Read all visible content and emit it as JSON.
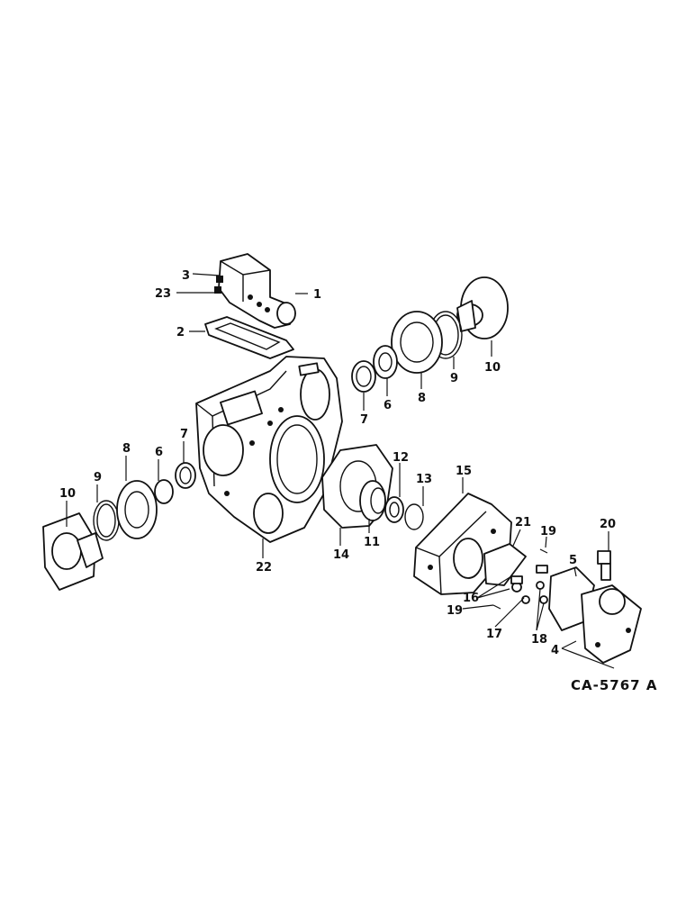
{
  "diagram": {
    "reference_code": "CA-5767 A",
    "callouts": [
      {
        "id": "c1",
        "text": "1"
      },
      {
        "id": "c2",
        "text": "2"
      },
      {
        "id": "c3",
        "text": "3"
      },
      {
        "id": "c23",
        "text": "23"
      },
      {
        "id": "c10a",
        "text": "10"
      },
      {
        "id": "c9a",
        "text": "9"
      },
      {
        "id": "c8a",
        "text": "8"
      },
      {
        "id": "c6a",
        "text": "6"
      },
      {
        "id": "c7a",
        "text": "7"
      },
      {
        "id": "c10b",
        "text": "10"
      },
      {
        "id": "c9b",
        "text": "9"
      },
      {
        "id": "c8b",
        "text": "8"
      },
      {
        "id": "c6b",
        "text": "6"
      },
      {
        "id": "c7b",
        "text": "7"
      },
      {
        "id": "c22",
        "text": "22"
      },
      {
        "id": "c14",
        "text": "14"
      },
      {
        "id": "c11",
        "text": "11"
      },
      {
        "id": "c12",
        "text": "12"
      },
      {
        "id": "c13",
        "text": "13"
      },
      {
        "id": "c15",
        "text": "15"
      },
      {
        "id": "c21",
        "text": "21"
      },
      {
        "id": "c19a",
        "text": "19"
      },
      {
        "id": "c20",
        "text": "20"
      },
      {
        "id": "c5",
        "text": "5"
      },
      {
        "id": "c4",
        "text": "4"
      },
      {
        "id": "c16",
        "text": "16"
      },
      {
        "id": "c19b",
        "text": "19"
      },
      {
        "id": "c17",
        "text": "17"
      },
      {
        "id": "c18",
        "text": "18"
      }
    ]
  }
}
